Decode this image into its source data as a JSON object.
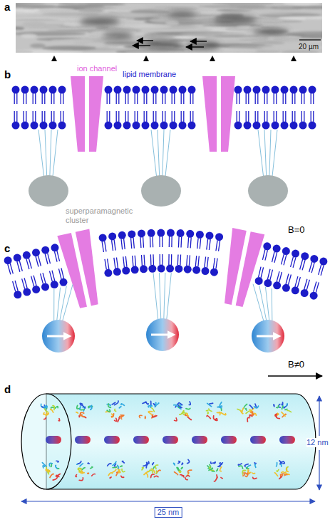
{
  "diagram": {
    "labels": [
      "a",
      "20 µm",
      "b",
      "ion channel",
      "lipid membrane",
      "superparamagnetic cluster",
      "B=0",
      "c",
      "B≠0",
      "d",
      "12 nm",
      "25 nm"
    ]
  }
}
